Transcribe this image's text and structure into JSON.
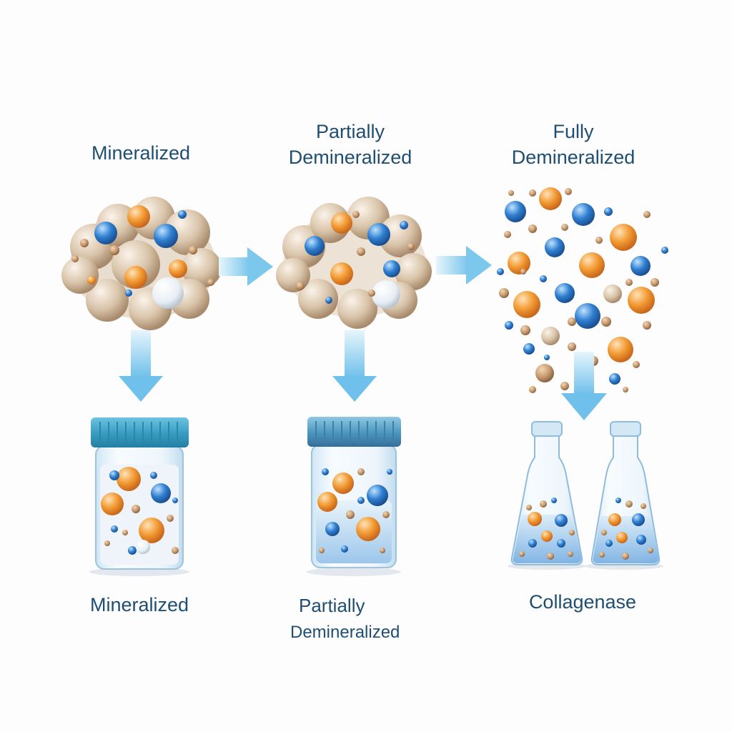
{
  "top_labels": {
    "mineralized": "Mineralized",
    "partially_line1": "Partially",
    "partially_line2": "Demineralized",
    "fully_line1": "Fully",
    "fully_line2": "Demineralized"
  },
  "bottom_labels": {
    "mineralized": "Mineralized",
    "partially_line1": "Partially",
    "partially_line2": "Demineralized",
    "collagenase": "Collagenase"
  },
  "colors": {
    "text": "#1f4e73",
    "orange_particle": "#f29a33",
    "blue_particle": "#2f7fd0",
    "beige_particle": "#d8c3a8",
    "arrow": "#8fd0ef",
    "jar_lid": "#3a9fc4",
    "glass": "#dcecf7"
  }
}
